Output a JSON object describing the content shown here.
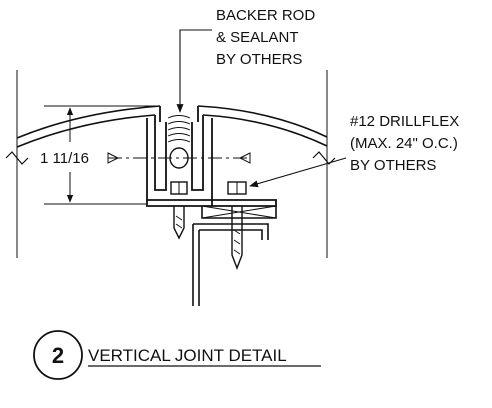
{
  "callouts": {
    "backer_rod": [
      "BACKER ROD",
      "& SEALANT",
      "BY OTHERS"
    ],
    "drillflex": [
      "#12 DRILLFLEX",
      "(MAX. 24\" O.C.)",
      "BY OTHERS"
    ]
  },
  "dimension": {
    "label": "1 11/16"
  },
  "detail": {
    "number": "2",
    "title": "VERTICAL JOINT DETAIL"
  }
}
